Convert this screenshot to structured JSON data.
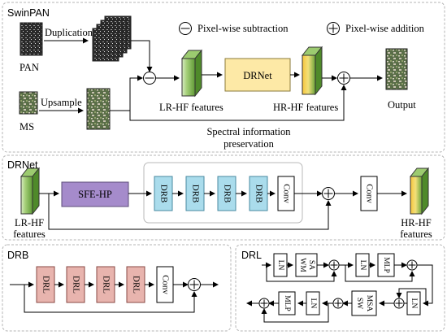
{
  "swinpan": {
    "title": "SwinPAN",
    "pan_label": "PAN",
    "ms_label": "MS",
    "duplication": "Duplication",
    "upsample": "Upsample",
    "legend_subtraction": "Pixel-wise subtraction",
    "legend_addition": "Pixel-wise addition",
    "drnet_block": "DRNet",
    "lr_hf": "LR-HF features",
    "hr_hf": "HR-HF features",
    "output": "Output",
    "spectral_line1": "Spectral information",
    "spectral_line2": "preservation"
  },
  "drnet": {
    "title": "DRNet",
    "sfe": "SFE-HP",
    "drb": [
      "DRB",
      "DRB",
      "DRB",
      "DRB"
    ],
    "conv_inner": "Conv",
    "conv_outer": "Conv",
    "in_line1": "LR-HF",
    "in_line2": "features",
    "out_line1": "HR-HF",
    "out_line2": "features"
  },
  "drb": {
    "title": "DRB",
    "drl": [
      "DRL",
      "DRL",
      "DRL",
      "DRL"
    ],
    "conv": "Conv"
  },
  "drl": {
    "title": "DRL",
    "top_ln1": "LN",
    "top_wmsa_1": "WM",
    "top_wmsa_2": "SA",
    "top_ln2": "LN",
    "top_mlp": "MLP",
    "bot_ln1": "LN",
    "bot_swmsa_1": "SW",
    "bot_swmsa_2": "MSA",
    "bot_ln2": "LN",
    "bot_mlp": "MLP"
  },
  "colors": {
    "drnet_fill": "#fde9a6",
    "sfe_fill": "#a58bcb",
    "drb_fill": "#aadcec",
    "drl_fill": "#e8b4ae",
    "feature_green": "#6aa33a",
    "feature_yellow": "#f5c040"
  }
}
